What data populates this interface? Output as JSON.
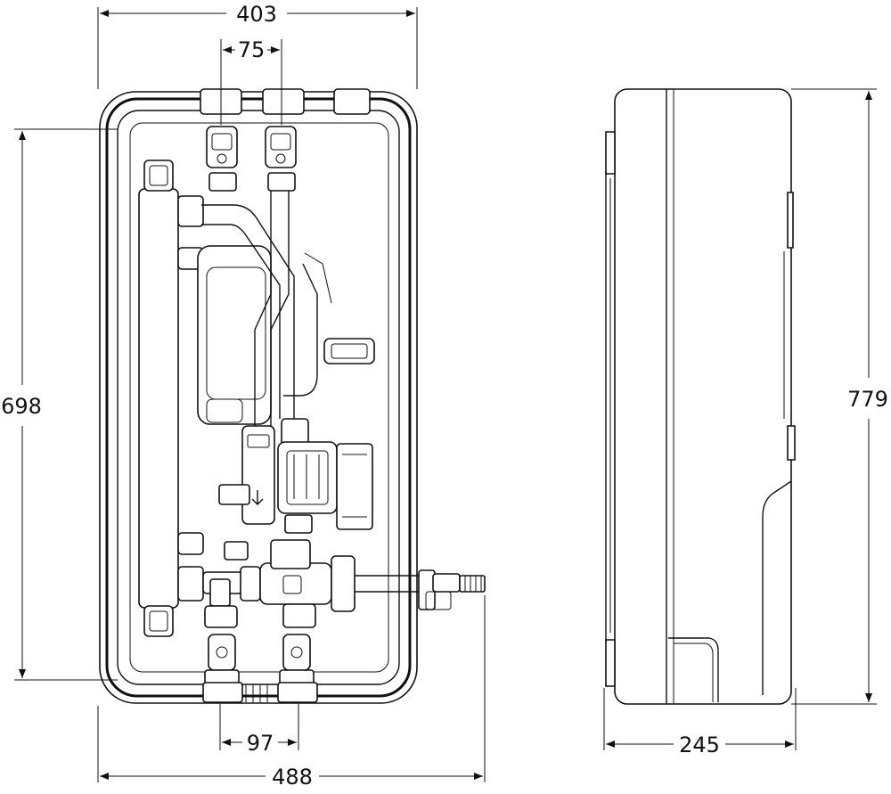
{
  "dimensions": {
    "front_top_width": "403",
    "top_pipe_spacing": "75",
    "front_height": "698",
    "bottom_pipe_spacing": "97",
    "overall_width": "488",
    "side_depth": "245",
    "side_height": "779"
  },
  "icons": {
    "arrowhead": "arrowhead-icon",
    "flow_arrow": "down-arrow-icon"
  },
  "colors": {
    "line": "#111111",
    "background": "#ffffff"
  }
}
